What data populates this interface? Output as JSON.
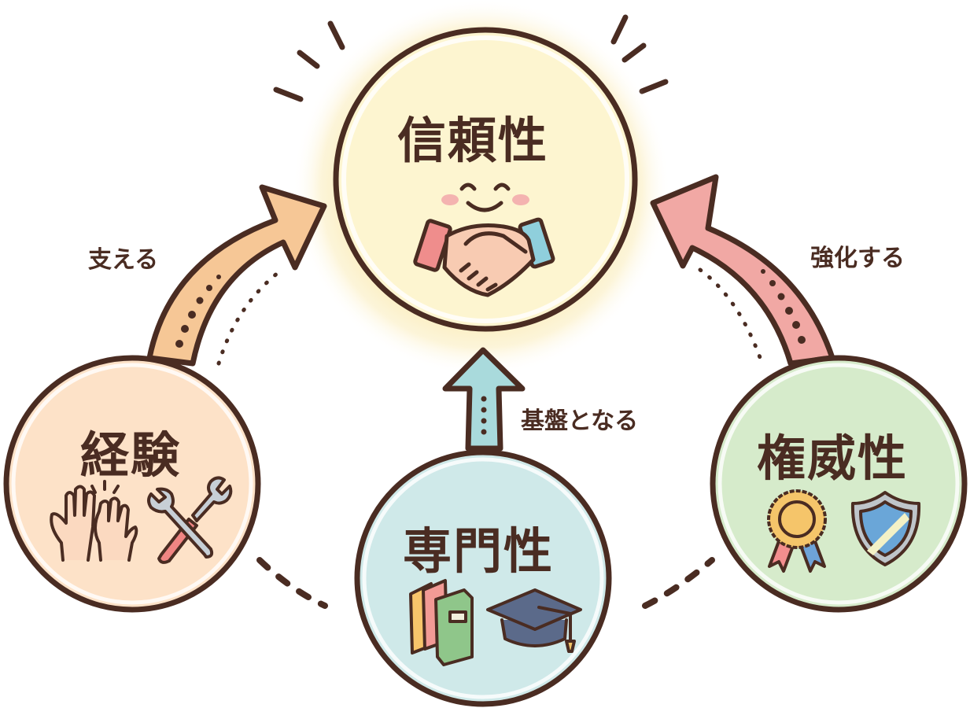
{
  "diagram": {
    "center": {
      "title": "信頼性",
      "icons": [
        "smile-face-icon",
        "handshake-icon"
      ],
      "fill": "#fdf5d0",
      "glow": "#f9e6a0"
    },
    "nodes": [
      {
        "id": "experience",
        "title": "経験",
        "icons": [
          "raised-hands-icon",
          "crossed-wrenches-icon"
        ],
        "fill": "#fde2c8"
      },
      {
        "id": "expertise",
        "title": "専門性",
        "icons": [
          "books-icon",
          "graduation-cap-icon"
        ],
        "fill": "#cfe9e9"
      },
      {
        "id": "authority",
        "title": "権威性",
        "icons": [
          "award-ribbon-icon",
          "shield-icon"
        ],
        "fill": "#d6ebcb"
      }
    ],
    "arrows": [
      {
        "from": "experience",
        "to": "center",
        "label": "支える",
        "fill": "#f6c796"
      },
      {
        "from": "expertise",
        "to": "center",
        "label": "基盤となる",
        "fill": "#a9dadc"
      },
      {
        "from": "authority",
        "to": "center",
        "label": "強化する",
        "fill": "#f1a8a4"
      }
    ],
    "outline_color": "#4a2c22"
  }
}
